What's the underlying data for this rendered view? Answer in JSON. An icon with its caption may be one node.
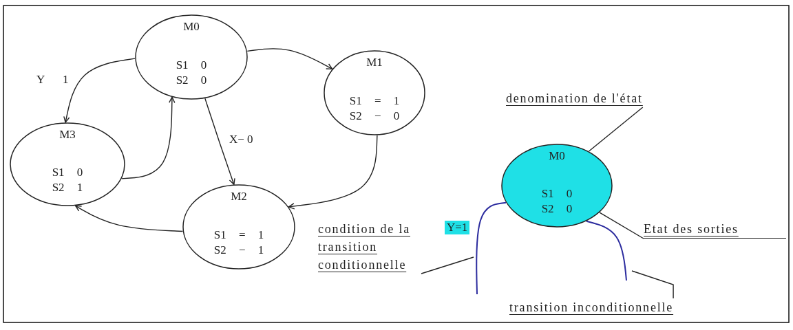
{
  "diagram": {
    "nodes": [
      {
        "text": [
          "M0",
          "S1 0",
          "S2 0"
        ]
      },
      {
        "text": [
          "M1",
          "S1 = 1",
          "S2 − 0"
        ]
      },
      {
        "text": [
          "M3",
          "S1 0",
          "S2 1"
        ]
      },
      {
        "text": [
          "M2",
          "S1 = 1",
          "S2 − 1"
        ]
      },
      {
        "text": [
          "M0",
          "S1 0",
          "S2 0"
        ]
      },
      {
        "text": [
          "denomination de l'état"
        ]
      },
      {
        "text": [
          "Etat des sorties"
        ]
      },
      {
        "text": [
          "condition de la transition conditionnelle"
        ]
      },
      {
        "text": [
          "transition inconditionnelle"
        ]
      }
    ],
    "edges": [
      {
        "from": 0,
        "to": 1,
        "arrow": "to"
      },
      {
        "from": 0,
        "to": 2,
        "arrow": "to",
        "label": "Y 1"
      },
      {
        "from": 2,
        "to": 0,
        "arrow": "to"
      },
      {
        "from": 0,
        "to": 3,
        "arrow": "to",
        "label": "X− 0"
      },
      {
        "from": 1,
        "to": 3,
        "arrow": "to"
      },
      {
        "from": 3,
        "to": 2,
        "arrow": "to"
      },
      {
        "from": 4,
        "to": null,
        "arrow": "none",
        "label": "Y=1",
        "color": "#2b2b9e"
      },
      {
        "from": 4,
        "to": null,
        "arrow": "none",
        "color": "#2b2b9e"
      },
      {
        "from": 5,
        "to": 4,
        "arrow": "none"
      },
      {
        "from": 6,
        "to": 4,
        "arrow": "none"
      },
      {
        "from": 7,
        "to": null,
        "arrow": "none"
      },
      {
        "from": 8,
        "to": null,
        "arrow": "none"
      }
    ]
  }
}
